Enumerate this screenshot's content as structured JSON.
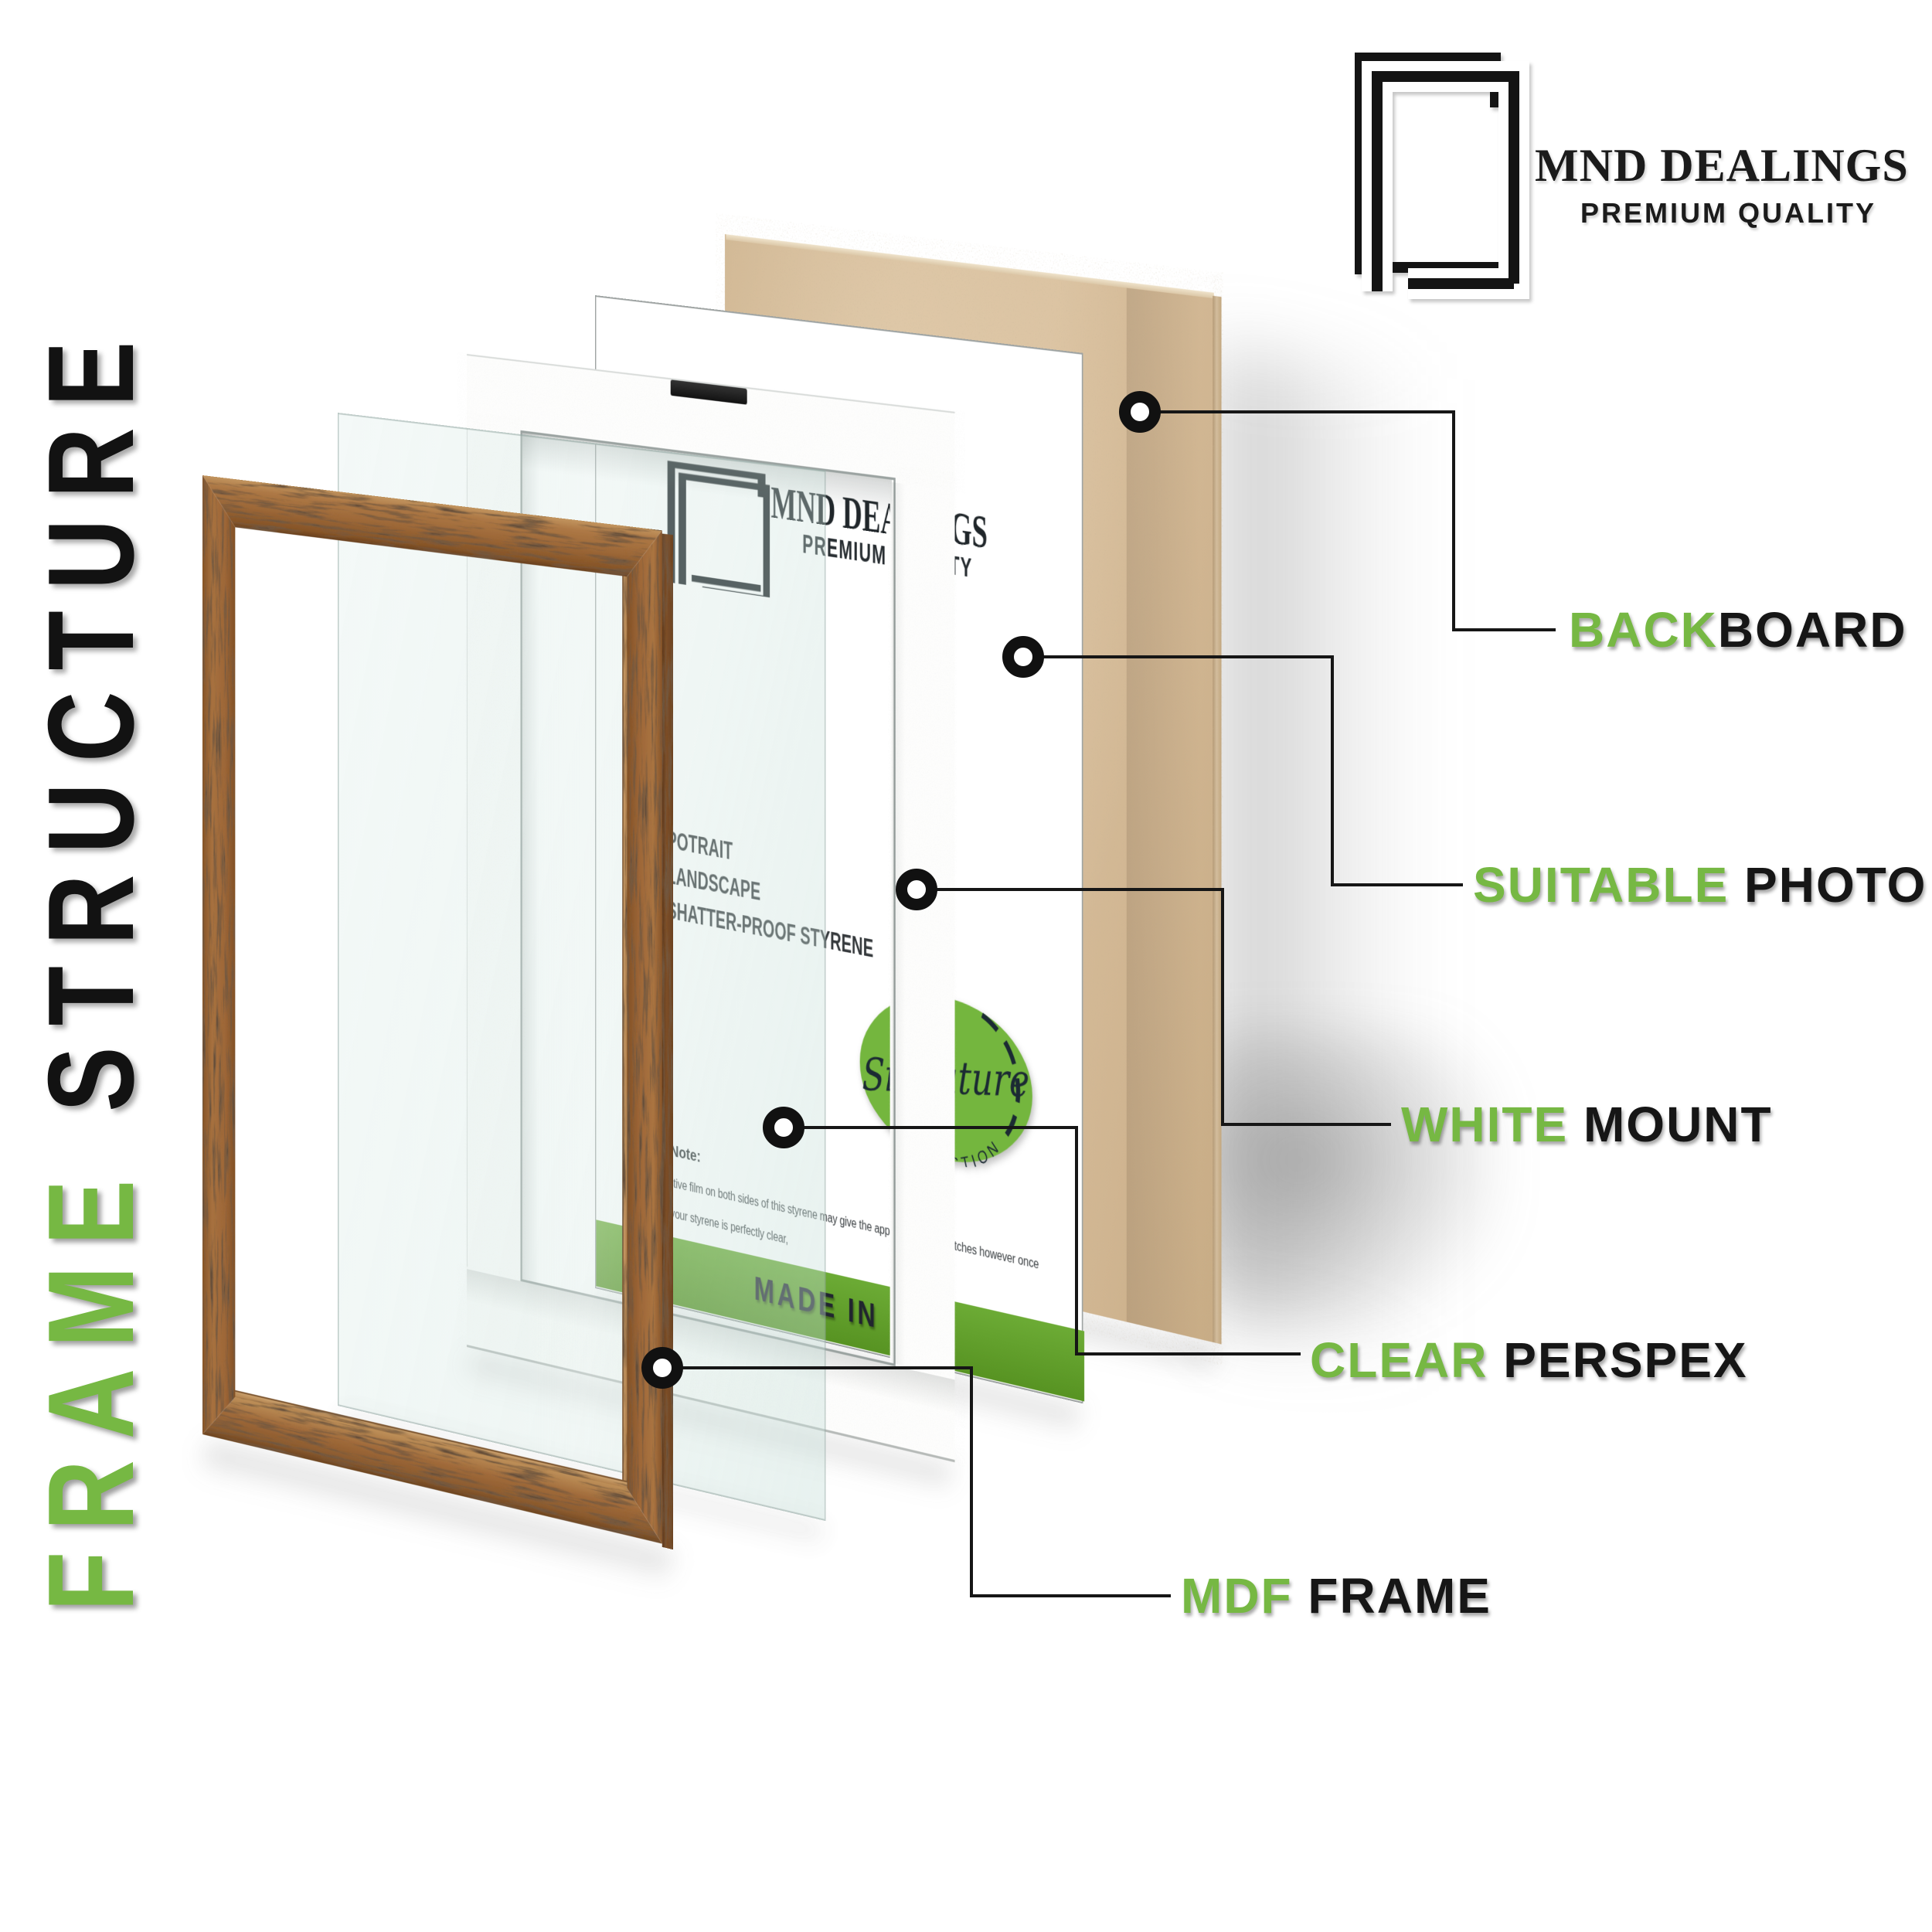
{
  "brand": {
    "name": "MND DEALINGS",
    "tagline": "PREMIUM QUALITY"
  },
  "side_title": {
    "accent_word": "FRAME",
    "main_word": "STRUCTURE"
  },
  "callouts": [
    {
      "id": "backboard",
      "accent": "BACK",
      "rest": "BOARD"
    },
    {
      "id": "suitable-photo",
      "accent": "SUITABLE",
      "rest": " PHOTO"
    },
    {
      "id": "white-mount",
      "accent": "WHITE",
      "rest": " MOUNT"
    },
    {
      "id": "clear-perspex",
      "accent": "CLEAR",
      "rest": " PERSPEX"
    },
    {
      "id": "mdf-frame",
      "accent": "MDF",
      "rest": " FRAME"
    }
  ],
  "photo_sheet": {
    "brand_name": "MND DEALINGS",
    "brand_tagline": "PREMIUM QUALITY",
    "features": [
      "POTRAIT",
      "LANDSCAPE",
      "SHATTER-PROOF STYRENE"
    ],
    "note_title": "Note:",
    "note_line1": "The protective film on both sides of this styrene may give the appearance of scratches however once",
    "note_line2": "removed, your styrene is perfectly clear,",
    "band_text": "MADE IN",
    "badge_script": "Signature",
    "badge_caption": "COLLECTION"
  },
  "colors": {
    "accent_green": "#76b843",
    "band_green": "#67a335",
    "wood_brown": "#a9713f",
    "backboard_tan": "#d7bd9b",
    "label_black": "#161616"
  }
}
